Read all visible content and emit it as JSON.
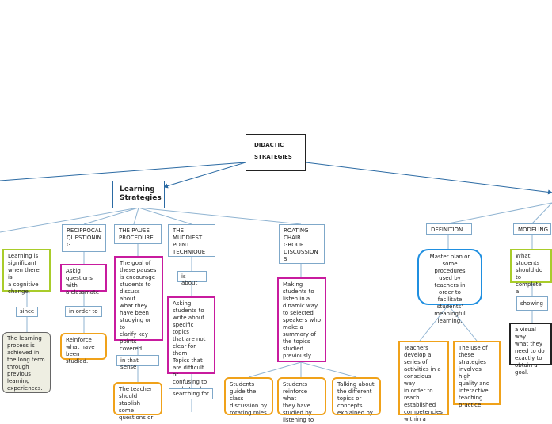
{
  "map": {
    "central": "DIDACTIC\nSTRATEGIES",
    "learning_strategies": "Learning\nStrategies",
    "reciprocal": "RECIPROCAL\nQUESTIONIN\nG",
    "pause": "THE PAUSE\nPROCEDURE",
    "muddiest": "THE\nMUDDIEST\nPOINT\nTECHNIQUE",
    "roating": "ROATING\nCHAIR\nGROUP\nDISCUSSION\nS",
    "definition": "DEFINITION",
    "modeling": "MODELING",
    "learning_significant": "Learning is\nsignificant\nwhen there is\na cognitive\nchange,",
    "since": "since",
    "learning_process": "The learning\nprocess is\nachieved in\nthe long term\nthrough\nprevious\nlearning\nexperiences.",
    "asking_classmate": "Askig\nquestions with\na classmate",
    "in_order_to": "in order to",
    "reinforce": "Reinforce\nwhat have\nbeen studied.",
    "pause_goal": "The goal of\nthese pauses\nis encourage\nstudents to\ndiscuss about\nwhat they\nhave been\nstudying or to\nclarify key\npoints\ncovered.",
    "in_that_sense": "in that sense",
    "teacher_should": "The teacher\nshould\nstablish some\nquestions or",
    "is_about": "is about",
    "asking_specific": "Asking\nstudents to\nwrite about\nspecific topics\nthat are not\nclear for them.\nTopics that\nare difficult or\nconfusing to\nundertand.",
    "searching_for": "searching for",
    "making_students": "Making\nstudents to\nlisten in a\ndinamic way\nto selected\nspeakers who\nmake a\nsummary of\nthe topics\nstudied\npreviously.",
    "students_guide": "Students\nguide the\nclass\ndiscussion by\nrotating roles",
    "students_reinforce": "Students\nreinforce what\nthey have\nstudied by\nlistening to",
    "talking_about": "Talking about\nthe different\ntopics or\nconcepts\nexplained by",
    "master_plan": "Master plan or\nsome\nprocedures\nused by\nteachers in\norder to\nfacilitate\nstudents'\nmeaningful\nlearning.",
    "teachers_develop": "Teachers\ndevelop a\nseries of\nactivities in a\nconscious way\nin order to\nreach\nestablished\ncompetencies\nwithin a",
    "use_of_strategies": "The use of\nthese\nstrategies\ninvolves high\nquality and\ninteractive\nteaching\npractice.",
    "what_students": "What students\nshould do to\ncomplete a\ntask",
    "showing": "showing",
    "visual_way": "a visual way\nwhat they\nneed to do\nexactly to\nobtain a goal."
  }
}
